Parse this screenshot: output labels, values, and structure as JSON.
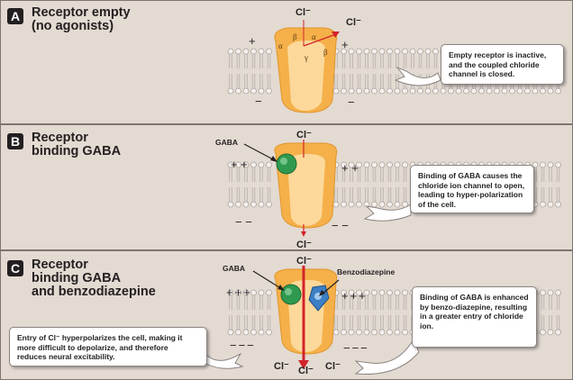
{
  "panels": [
    {
      "letter": "A",
      "title": "Receptor empty\n(no agonists)",
      "callout": "Empty receptor is inactive, and the coupled chloride channel is closed.",
      "ion_labels": [
        "Cl⁻",
        "Cl⁻"
      ],
      "subunits": [
        "β",
        "α",
        "α",
        "γ",
        "β"
      ],
      "charges_outside": [
        "+",
        "+"
      ],
      "charges_inside": [
        "−",
        "−"
      ]
    },
    {
      "letter": "B",
      "title": "Receptor\nbinding GABA",
      "ligand_label": "GABA",
      "callout": "Binding of GABA causes the chloride ion channel to open, leading to hyper-polarization of the cell.",
      "ion_labels": [
        "Cl⁻",
        "Cl⁻"
      ],
      "charges_outside_left": "+ +",
      "charges_outside_right": "+ +",
      "charges_inside_left": "− −",
      "charges_inside_right": "− −"
    },
    {
      "letter": "C",
      "title": "Receptor\nbinding GABA\nand benzodiazepine",
      "ligand_label": "GABA",
      "ligand2_label": "Benzodiazepine",
      "callout_left": "Entry of Cl⁻ hyperpolarizes the cell, making it more difficult to depolarize, and therefore reduces neural excitability.",
      "callout_right": "Binding of GABA is enhanced by benzo-diazepine, resulting in a greater entry of chloride ion.",
      "ion_labels": [
        "Cl⁻",
        "Cl⁻",
        "Cl⁻",
        "Cl⁻"
      ],
      "charges_outside_left": "+++",
      "charges_outside_right": "+++",
      "charges_inside_left": "−−−",
      "charges_inside_right": "−−−"
    }
  ],
  "colors": {
    "receptor": "#f5b04a",
    "receptor_light": "#fcd99a",
    "gaba": "#2f9a4f",
    "benzodiazepine": "#3d7fc4",
    "chloride_arrow": "#d2232a",
    "membrane": "#c9c4c0"
  }
}
